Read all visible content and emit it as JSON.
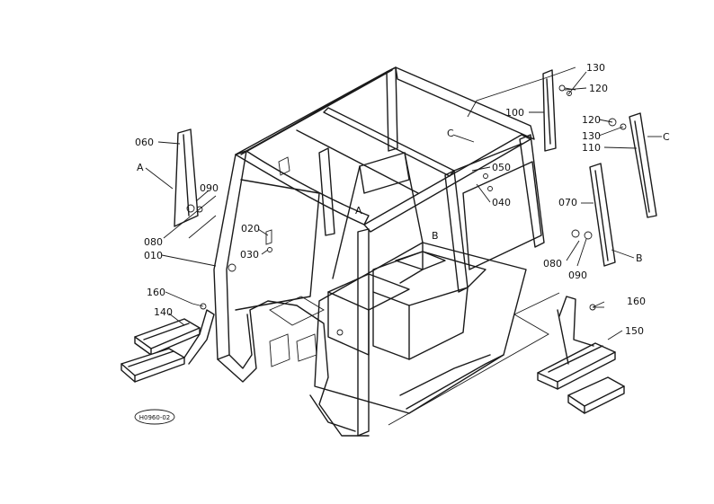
{
  "labels": {
    "p010": "010",
    "p020": "020",
    "p030": "030",
    "p040": "040",
    "p050": "050",
    "p060": "060",
    "p070": "070",
    "p080a": "080",
    "p080b": "080",
    "p090a": "090",
    "p090b": "090",
    "p100": "100",
    "p110": "110",
    "p120a": "120",
    "p120b": "120",
    "p130a": "130",
    "p130b": "130",
    "p140": "140",
    "p150": "150",
    "p160a": "160",
    "p160b": "160",
    "refA1": "A",
    "refA2": "A",
    "refB1": "B",
    "refB2": "B",
    "refC1": "C",
    "refC2": "C"
  },
  "drawing_code": "H0960-02"
}
